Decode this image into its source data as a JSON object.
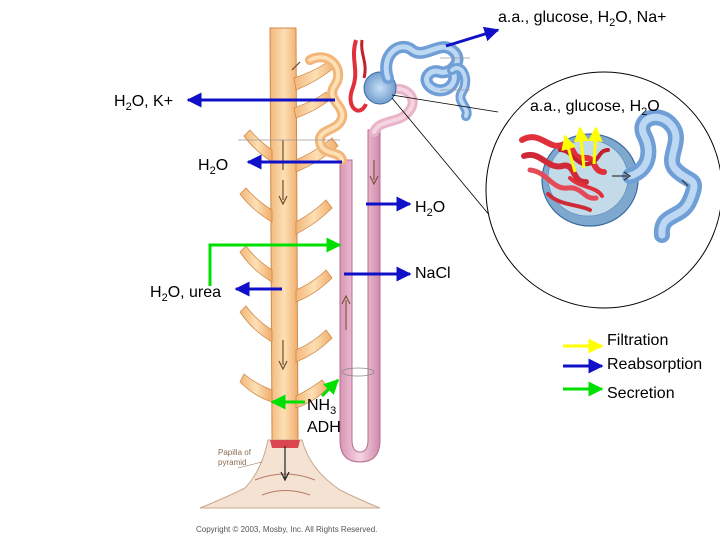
{
  "labels": {
    "top_right": {
      "text": "a.a., glucose, H",
      "sub": "2",
      "tail": "O, Na+"
    },
    "h2o_k": {
      "text": "H",
      "sub": "2",
      "tail": "O, K+"
    },
    "inset": {
      "text": "a.a., glucose, H",
      "sub": "2",
      "tail": "O"
    },
    "h2o_left": {
      "text": "H",
      "sub": "2",
      "tail": "O"
    },
    "h2o_right": {
      "text": "H",
      "sub": "2",
      "tail": "O"
    },
    "nacl": {
      "text": "NaCl"
    },
    "h2o_urea": {
      "text": "H",
      "sub": "2",
      "tail": "O, urea"
    },
    "nh3": {
      "text": "NH",
      "sub": "3"
    },
    "adh": {
      "text": "ADH"
    },
    "papilla_line1": "Papilla of",
    "papilla_line2": "pyramid",
    "copyright": "Copyright © 2003, Mosby, Inc. All Rights Reserved."
  },
  "legend": {
    "items": [
      {
        "label": "Filtration",
        "color": "#ffff00"
      },
      {
        "label": "Reabsorption",
        "color": "#1010c8"
      },
      {
        "label": "Secretion",
        "color": "#00e000"
      }
    ]
  },
  "colors": {
    "blue_arrow": "#1010c8",
    "green_arrow": "#00e000",
    "yellow_arrow": "#ffff00",
    "duct": "#f8c88a",
    "tubule_pink": "#e8b4c8",
    "capsule_blue": "#8fb6e0"
  }
}
